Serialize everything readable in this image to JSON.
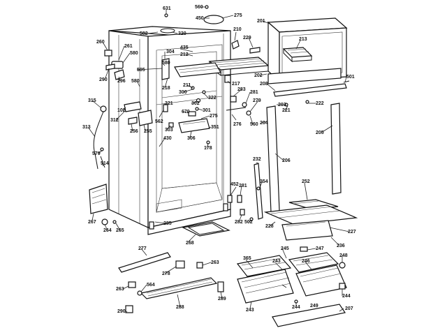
{
  "diagram": {
    "callouts": [
      {
        "id": "c631",
        "text": "631"
      },
      {
        "id": "c560a",
        "text": "560"
      },
      {
        "id": "c450",
        "text": "450"
      },
      {
        "id": "c275",
        "text": "275"
      },
      {
        "id": "c201",
        "text": "201"
      },
      {
        "id": "c582",
        "text": "582"
      },
      {
        "id": "c320",
        "text": "320"
      },
      {
        "id": "c210",
        "text": "210"
      },
      {
        "id": "c229",
        "text": "229"
      },
      {
        "id": "c213",
        "text": "213"
      },
      {
        "id": "c260",
        "text": "260"
      },
      {
        "id": "c261",
        "text": "261"
      },
      {
        "id": "c580a",
        "text": "580"
      },
      {
        "id": "c435",
        "text": "435"
      },
      {
        "id": "c304",
        "text": "304"
      },
      {
        "id": "c212",
        "text": "212"
      },
      {
        "id": "c580b",
        "text": "580"
      },
      {
        "id": "c505",
        "text": "505"
      },
      {
        "id": "c290",
        "text": "290"
      },
      {
        "id": "c296",
        "text": "296"
      },
      {
        "id": "c580c",
        "text": "580"
      },
      {
        "id": "c218",
        "text": "218"
      },
      {
        "id": "c211",
        "text": "211"
      },
      {
        "id": "c202",
        "text": "202"
      },
      {
        "id": "c208",
        "text": "208"
      },
      {
        "id": "c501",
        "text": "501"
      },
      {
        "id": "c217",
        "text": "217"
      },
      {
        "id": "c300",
        "text": "300"
      },
      {
        "id": "c322",
        "text": "322"
      },
      {
        "id": "c283",
        "text": "283"
      },
      {
        "id": "c281",
        "text": "281"
      },
      {
        "id": "c302",
        "text": "302"
      },
      {
        "id": "c279",
        "text": "279"
      },
      {
        "id": "c203",
        "text": "203"
      },
      {
        "id": "c221",
        "text": "221"
      },
      {
        "id": "c222",
        "text": "222"
      },
      {
        "id": "c315",
        "text": "315"
      },
      {
        "id": "c102",
        "text": "102"
      },
      {
        "id": "c321",
        "text": "321"
      },
      {
        "id": "c301",
        "text": "301"
      },
      {
        "id": "c312",
        "text": "312"
      },
      {
        "id": "c562",
        "text": "562"
      },
      {
        "id": "c670",
        "text": "670"
      },
      {
        "id": "c275b",
        "text": "275"
      },
      {
        "id": "c276",
        "text": "276"
      },
      {
        "id": "c560b",
        "text": "560"
      },
      {
        "id": "c205",
        "text": "205"
      },
      {
        "id": "c313",
        "text": "313"
      },
      {
        "id": "c256",
        "text": "256"
      },
      {
        "id": "c255",
        "text": "255"
      },
      {
        "id": "c303",
        "text": "303"
      },
      {
        "id": "c306",
        "text": "306"
      },
      {
        "id": "c351",
        "text": "351"
      },
      {
        "id": "c204",
        "text": "204"
      },
      {
        "id": "c430",
        "text": "430"
      },
      {
        "id": "c178",
        "text": "178"
      },
      {
        "id": "c206",
        "text": "206"
      },
      {
        "id": "c579",
        "text": "579"
      },
      {
        "id": "c514",
        "text": "514"
      },
      {
        "id": "c232",
        "text": "232"
      },
      {
        "id": "c452",
        "text": "452"
      },
      {
        "id": "c281b",
        "text": "281"
      },
      {
        "id": "c354",
        "text": "354"
      },
      {
        "id": "c252",
        "text": "252"
      },
      {
        "id": "c267",
        "text": "267"
      },
      {
        "id": "c264",
        "text": "264"
      },
      {
        "id": "c265",
        "text": "265"
      },
      {
        "id": "c285",
        "text": "285"
      },
      {
        "id": "c282",
        "text": "282"
      },
      {
        "id": "c502",
        "text": "502"
      },
      {
        "id": "c228",
        "text": "228"
      },
      {
        "id": "c227",
        "text": "227"
      },
      {
        "id": "c268",
        "text": "268"
      },
      {
        "id": "c236",
        "text": "236"
      },
      {
        "id": "c247",
        "text": "247"
      },
      {
        "id": "c277",
        "text": "277"
      },
      {
        "id": "c245",
        "text": "245"
      },
      {
        "id": "c248",
        "text": "248"
      },
      {
        "id": "c278",
        "text": "278"
      },
      {
        "id": "c263a",
        "text": "263"
      },
      {
        "id": "c365",
        "text": "365"
      },
      {
        "id": "c243a",
        "text": "243"
      },
      {
        "id": "c246",
        "text": "246"
      },
      {
        "id": "c263b",
        "text": "263"
      },
      {
        "id": "c564",
        "text": "564"
      },
      {
        "id": "c244a",
        "text": "244"
      },
      {
        "id": "c244b",
        "text": "244"
      },
      {
        "id": "c289",
        "text": "289"
      },
      {
        "id": "c290b",
        "text": "290"
      },
      {
        "id": "c288",
        "text": "288"
      },
      {
        "id": "c243b",
        "text": "243"
      },
      {
        "id": "c249",
        "text": "249"
      },
      {
        "id": "c207",
        "text": "207"
      }
    ]
  }
}
